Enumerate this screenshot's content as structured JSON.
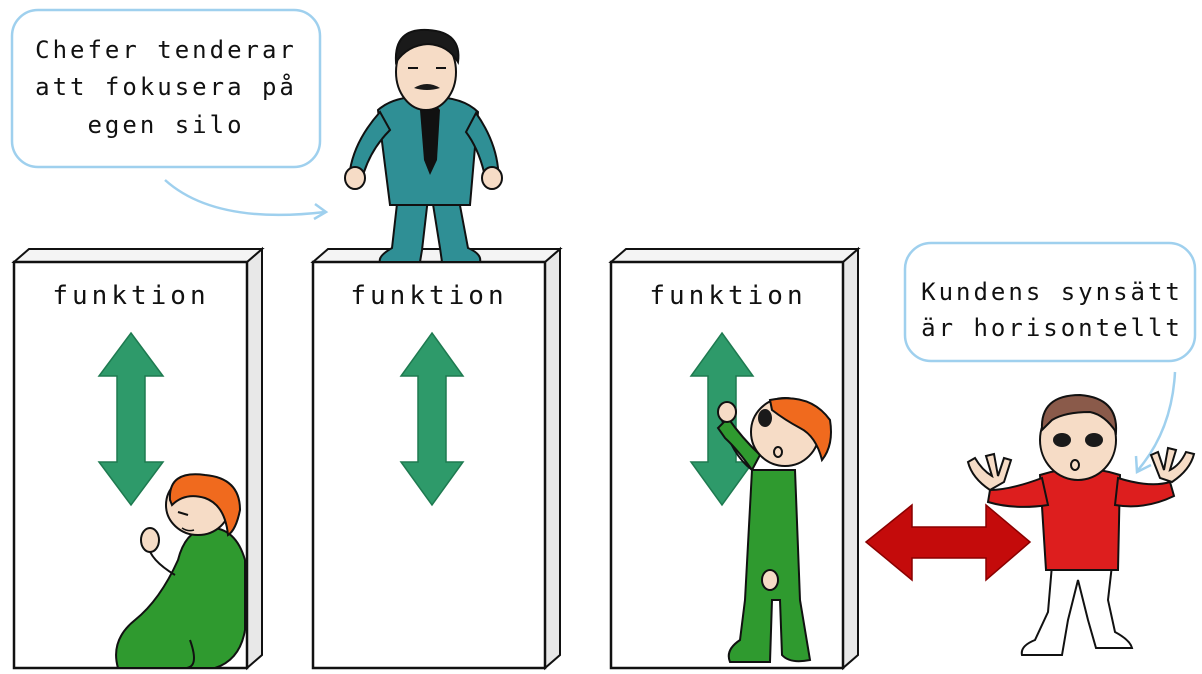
{
  "bubbles": {
    "manager": {
      "lines": [
        "Chefer tenderar",
        "att fokusera på",
        "egen silo"
      ]
    },
    "customer": {
      "lines": [
        "Kundens synsätt",
        "är horisontellt"
      ]
    }
  },
  "silos": [
    {
      "label": "funktion"
    },
    {
      "label": "funktion"
    },
    {
      "label": "funktion"
    }
  ],
  "colors": {
    "silo_stroke": "#111111",
    "silo_side": "#e8e8e8",
    "bubble_border": "#9fd0ee",
    "vertical_arrow": "#2e9a6a",
    "horizontal_arrow": "#c40b0b",
    "employee_shirt": "#2f9a2f",
    "employee_hair": "#f06a1e",
    "manager_suit": "#2f8f95",
    "customer_shirt": "#dd1e1e",
    "customer_hair": "#8a5a4a",
    "skin": "#f6dcc6"
  },
  "icons": {
    "vertical_arrow": "double-headed-vertical-arrow",
    "horizontal_arrow": "double-headed-horizontal-arrow"
  }
}
